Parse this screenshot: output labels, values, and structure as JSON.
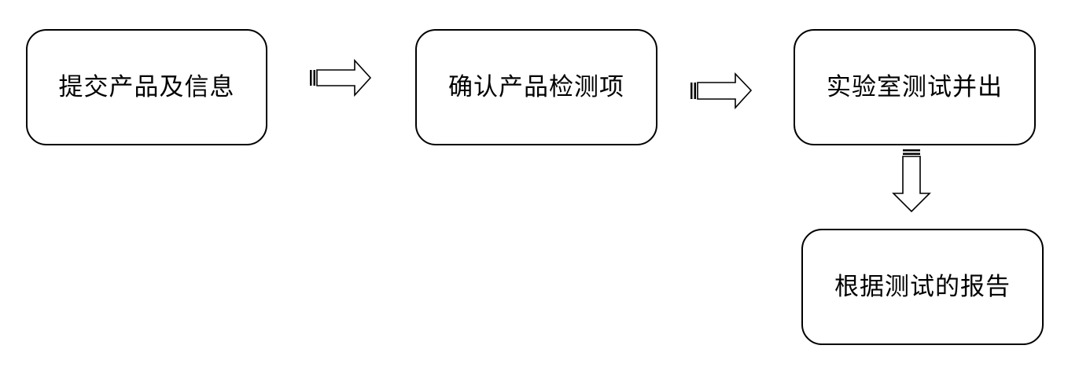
{
  "flowchart": {
    "steps": [
      {
        "label": "提交产品及信息"
      },
      {
        "label": "确认产品检测项"
      },
      {
        "label": "实验室测试并出"
      },
      {
        "label": "根据测试的报告"
      }
    ],
    "colors": {
      "stroke": "#000000",
      "fill": "#ffffff"
    },
    "icons": [
      "striped-right-arrow-icon",
      "striped-right-arrow-icon",
      "striped-down-arrow-icon"
    ]
  }
}
